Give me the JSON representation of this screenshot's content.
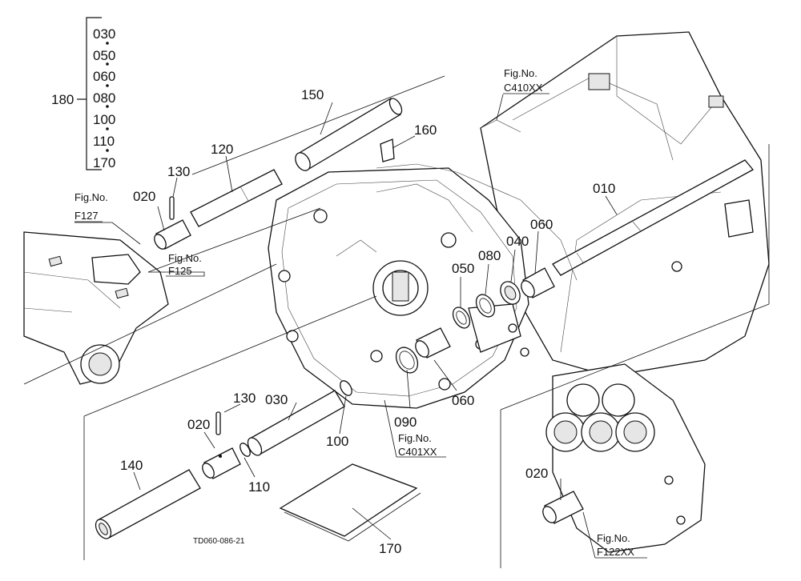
{
  "diagram": {
    "drawing_code": "TD060-086-21",
    "assembly_group": {
      "parent": "180",
      "members": [
        "030",
        "050",
        "060",
        "080",
        "100",
        "110",
        "170"
      ]
    },
    "parts": {
      "p150": "150",
      "p160": "160",
      "p120": "120",
      "p130_top": "130",
      "p020_top": "020",
      "p010": "010",
      "p060_top": "060",
      "p040": "040",
      "p080": "080",
      "p050": "050",
      "p060_mid": "060",
      "p090": "090",
      "p100": "100",
      "p030": "030",
      "p130_bottom": "130",
      "p020_bottom": "020",
      "p110": "110",
      "p140": "140",
      "p170": "170",
      "p020_right": "020"
    },
    "figure_refs": {
      "f127": {
        "line1": "Fig.No.",
        "line2": "F127"
      },
      "f125": {
        "line1": "Fig.No.",
        "line2": "F125"
      },
      "c410": {
        "line1": "Fig.No.",
        "line2": "C410XX"
      },
      "c401": {
        "line1": "Fig.No.",
        "line2": "C401XX"
      },
      "f122": {
        "line1": "Fig.No.",
        "line2": "F122XX"
      }
    }
  }
}
